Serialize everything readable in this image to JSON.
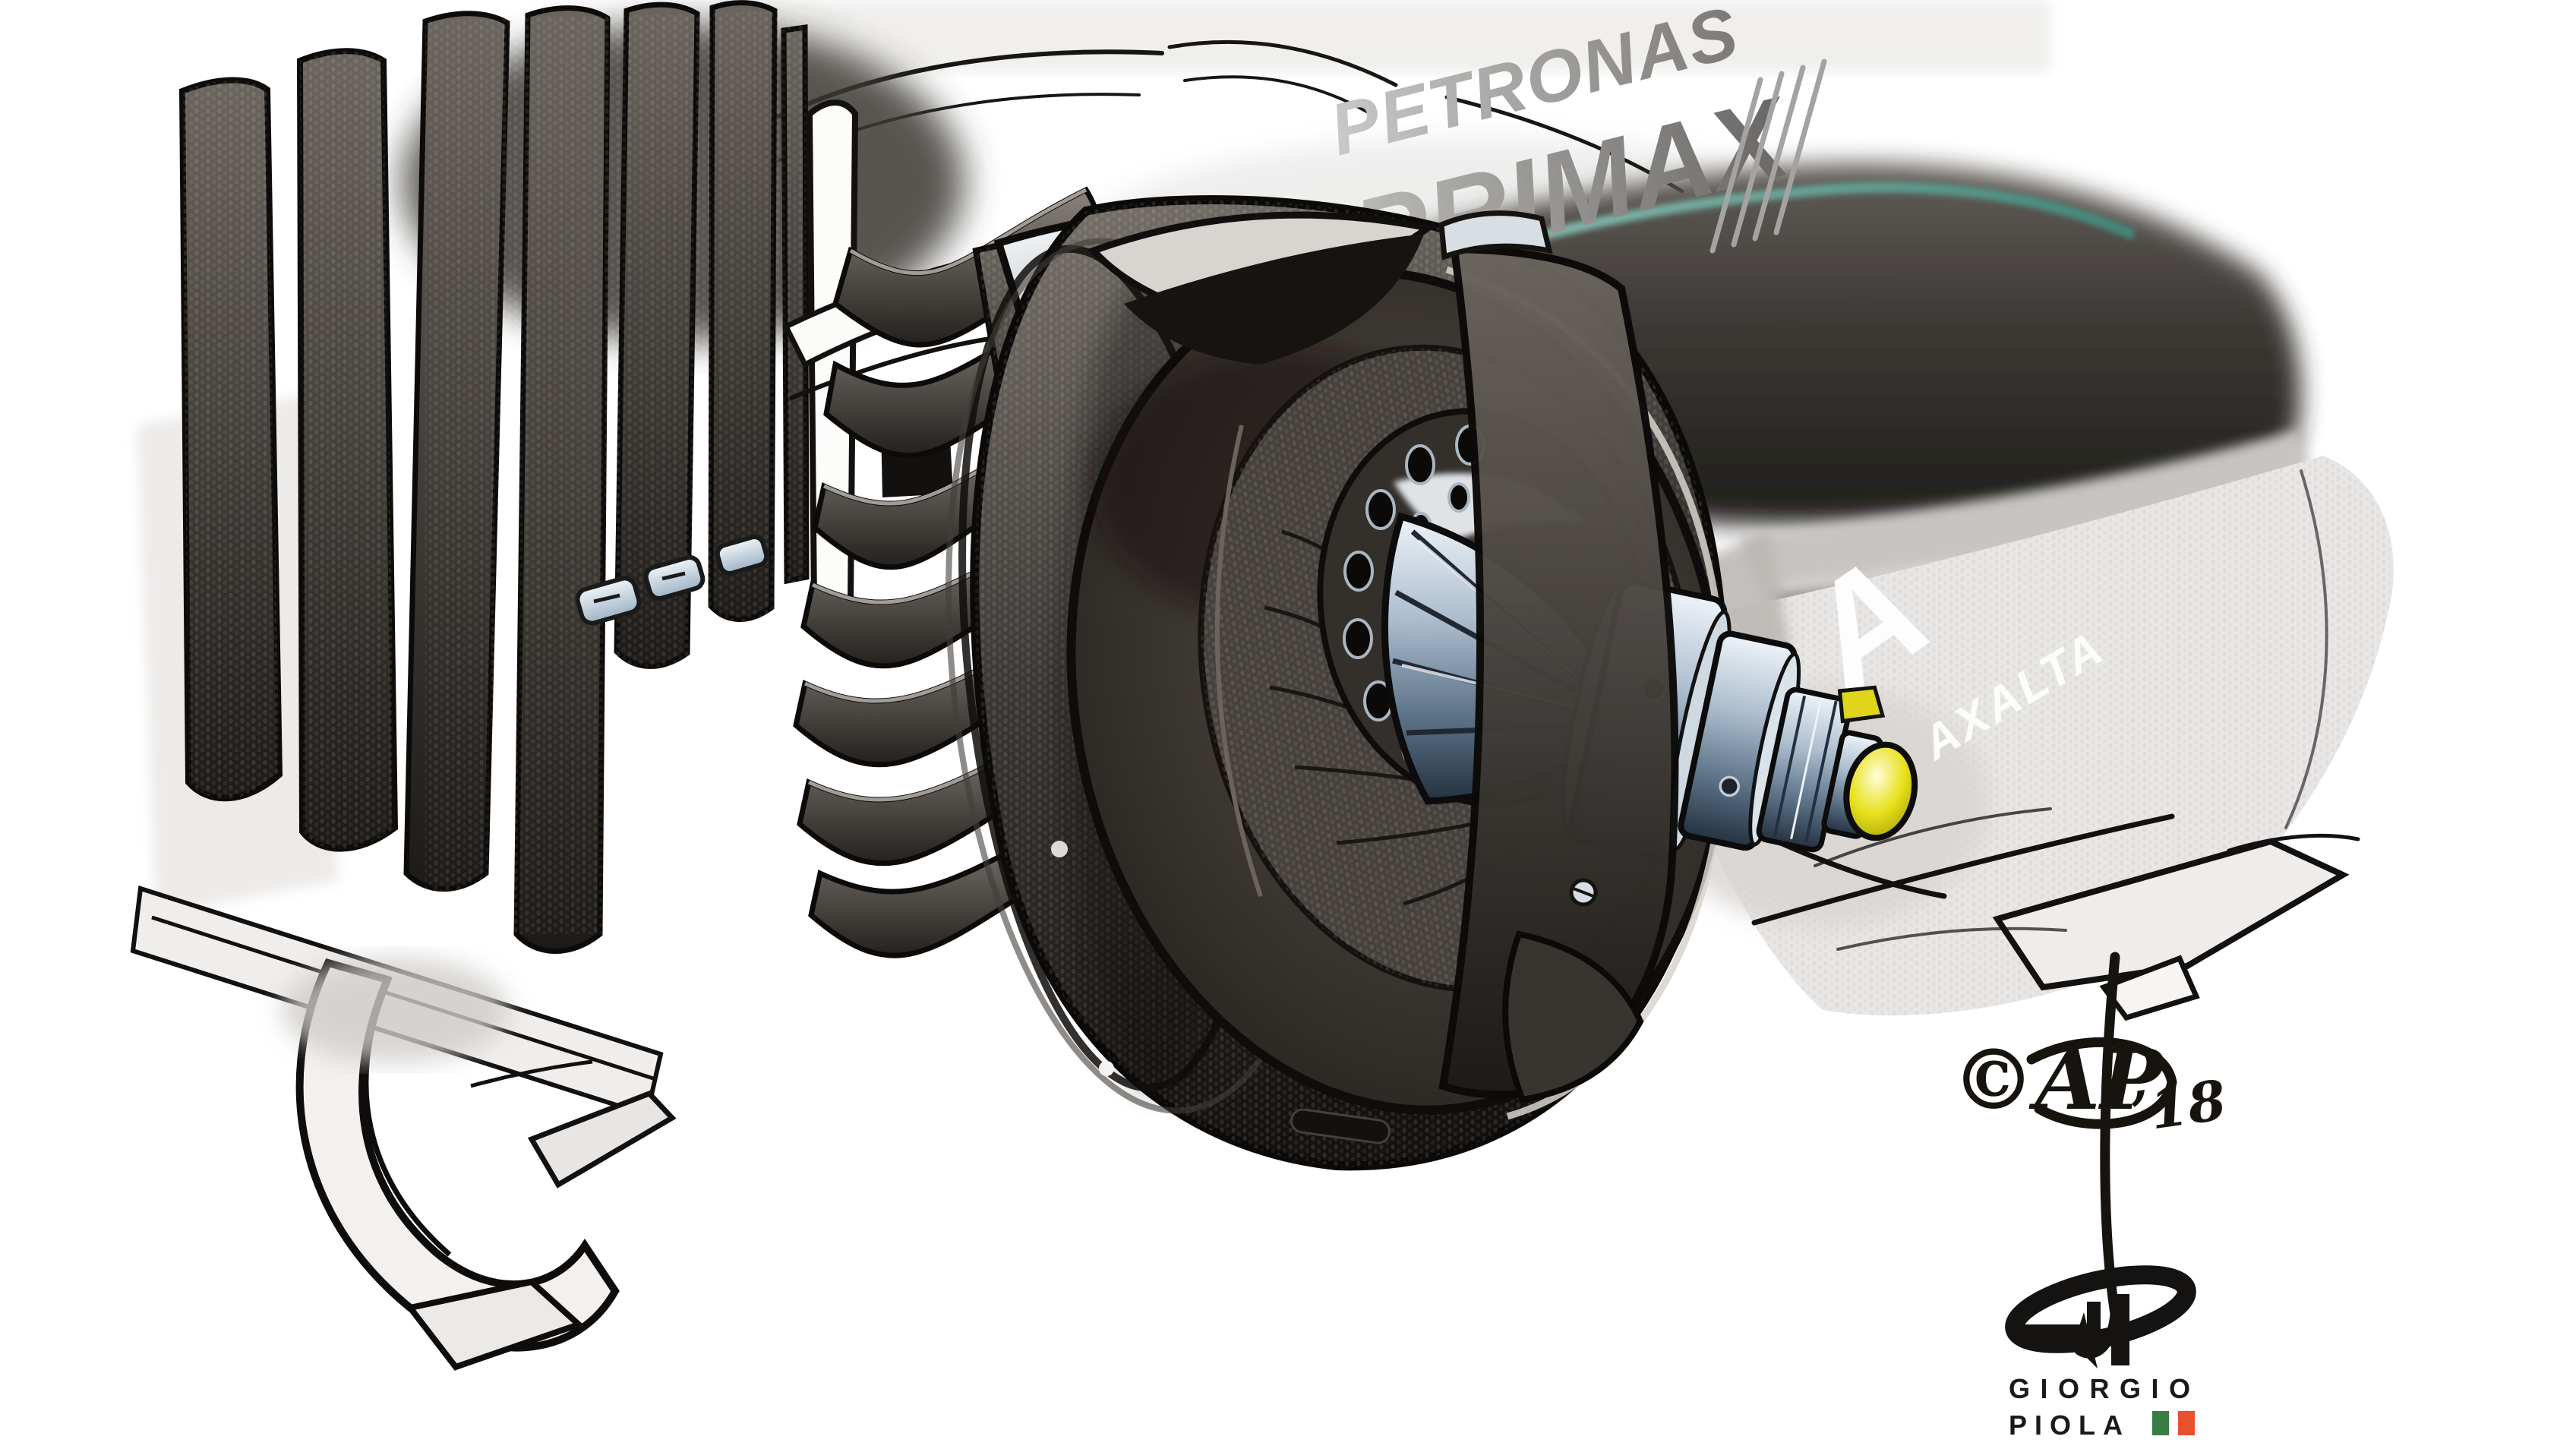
{
  "artwork": {
    "subject": "F1 rear brake drum and duct technical illustration",
    "bodywork": {
      "sponsor_primary": "PETRONAS",
      "sponsor_secondary": "PRIMAX"
    },
    "floor": {
      "sponsor_mark": "A",
      "sponsor_name": "AXALTA"
    },
    "signature": {
      "mark": "©AP",
      "year": "’18"
    },
    "brand_logo": {
      "monogram": "GP",
      "line1": "GIORGIO",
      "line2": "PIOLA"
    },
    "colors": {
      "teal_accent": "#5f9e92",
      "axle_yellow": "#e3da1f",
      "flag_green": "#3a7d44",
      "flag_red": "#e8502e",
      "carbon_dark": "#26221f",
      "chrome_light": "#eef2f6"
    }
  }
}
